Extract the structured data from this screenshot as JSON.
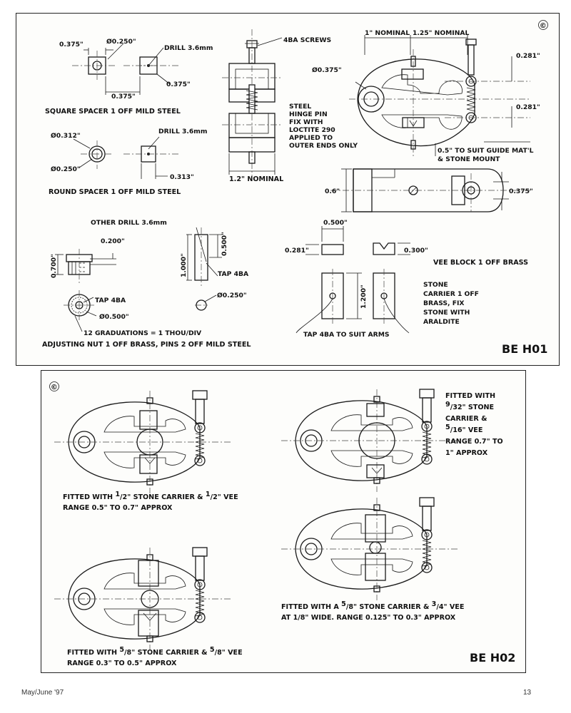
{
  "sheet1": {
    "copyright": "©",
    "sheet_id": "BE H01",
    "square_spacer": {
      "dim_a": "0.375\"",
      "dia": "Ø0.250\"",
      "drill": "DRILL 3.6mm",
      "dim_b": "0.375\"",
      "dim_c": "0.375\"",
      "caption": "SQUARE SPACER 1 OFF MILD STEEL"
    },
    "round_spacer": {
      "dia_outer": "Ø0.312\"",
      "dia_inner": "Ø0.250\"",
      "drill": "DRILL 3.6mm",
      "dim": "0.313\"",
      "caption": "ROUND SPACER 1 OFF MILD STEEL"
    },
    "hinge": {
      "screws": "4BA SCREWS",
      "pin_1": "STEEL",
      "pin_2": "HINGE PIN",
      "pin_3": "FIX WITH",
      "pin_4": "LOCTITE 290",
      "pin_5": "APPLIED TO",
      "pin_6": "OUTER ENDS ONLY",
      "nominal": "1.2\" NOMINAL"
    },
    "frame": {
      "nominal_1": "1\" NOMINAL",
      "nominal_2": "1.25\" NOMINAL",
      "dia": "Ø0.375\"",
      "dim_1": "0.281\"",
      "dim_2": "0.281\"",
      "note_1": "0.5\" TO SUIT GUIDE MAT'L",
      "note_2": "& STONE MOUNT"
    },
    "side_view": {
      "height": "0.6\"",
      "dim": "0.375\""
    },
    "adjusting_nut": {
      "other_drill": "OTHER DRILL 3.6mm",
      "dim_w": "0.200\"",
      "dim_h": "0.700\"",
      "tap_1": "TAP 4BA",
      "dia": "Ø0.500\"",
      "graduations": "12 GRADUATIONS = 1 THOU/DIV",
      "caption": "ADJUSTING NUT 1 OFF BRASS, PINS 2 OFF MILD STEEL"
    },
    "pin": {
      "len": "1.000\"",
      "len2": "0.500\"",
      "tap": "TAP 4BA",
      "dia": "Ø0.250\""
    },
    "vee_block": {
      "w": "0.500\"",
      "h": "0.281\"",
      "v": "0.300\"",
      "caption": "VEE BLOCK 1 OFF BRASS"
    },
    "stone_carrier": {
      "h": "1.200\"",
      "note_1": "STONE",
      "note_2": "CARRIER 1 OFF",
      "note_3": "BRASS, FIX",
      "note_4": "STONE WITH",
      "note_5": "ARALDITE",
      "tap": "TAP 4BA TO SUIT ARMS"
    }
  },
  "sheet2": {
    "copyright": "©",
    "sheet_id": "BE H02",
    "a": {
      "line1_pre": "FITTED WITH ",
      "line1_n1": "1",
      "line1_mid": "/2\" STONE CARRIER & ",
      "line1_n2": "1",
      "line1_post": "/2\" VEE",
      "line2": "RANGE 0.5\" TO 0.7\" APPROX"
    },
    "b": {
      "l1": "FITTED WITH",
      "l2_n": "9",
      "l2": "/32\" STONE",
      "l3": "CARRIER &",
      "l4_n": "5",
      "l4": "/16\" VEE",
      "l5": "RANGE 0.7\" TO",
      "l6": "1\" APPROX"
    },
    "c": {
      "line1_pre": "FITTED WITH A ",
      "line1_n1": "5",
      "line1_mid": "/8\" STONE CARRIER & ",
      "line1_n2": "3",
      "line1_post": "/4\" VEE",
      "line2": "AT 1/8\" WIDE. RANGE 0.125\" TO 0.3\" APPROX"
    },
    "d": {
      "line1_pre": "FITTED WITH ",
      "line1_n1": "5",
      "line1_mid": "/8\" STONE CARRIER & ",
      "line1_n2": "5",
      "line1_post": "/8\" VEE",
      "line2": "RANGE 0.3\" TO 0.5\" APPROX"
    }
  },
  "footer": {
    "issue": "May/June '97",
    "page": "13"
  }
}
